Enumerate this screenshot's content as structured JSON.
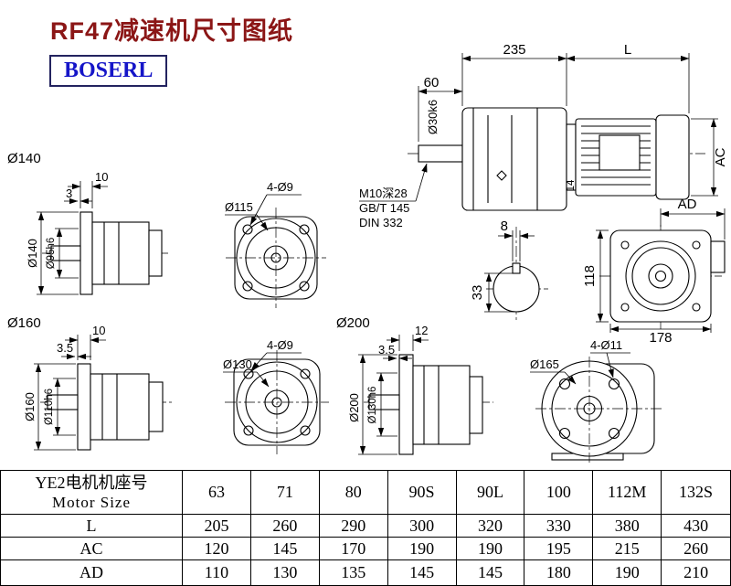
{
  "title": "RF47减速机尺寸图纸",
  "logo": "BOSERL",
  "colors": {
    "title_text": "#8b1616",
    "logo_text": "#1515c8",
    "logo_border": "#23235f",
    "drawing_lines": "#000000"
  },
  "views": {
    "main": {
      "dim_235": "235",
      "dim_l": "L",
      "dim_60": "60",
      "shaft_dia": "Ø30k6",
      "dim_ac": "AC",
      "dim_14": "14",
      "tap_line1": "M10深28",
      "tap_line2": "GB/T 145",
      "tap_line3": "DIN 332"
    },
    "key_section": {
      "key_width": "8",
      "key_depth": "33"
    },
    "rear": {
      "dim_ad": "AD",
      "dim_118": "118",
      "dim_178": "178"
    },
    "f140_side": {
      "series": "Ø140",
      "dim_10": "10",
      "dim_3": "3",
      "flange_dia": "Ø140",
      "spigot_dia": "Ø95h6"
    },
    "f140_front": {
      "holes": "4-Ø9",
      "bolt_circle": "Ø115"
    },
    "f160_side": {
      "series": "Ø160",
      "dim_10": "10",
      "dim_3_5": "3.5",
      "flange_dia": "Ø160",
      "spigot_dia": "Ø110h6"
    },
    "f160_front": {
      "holes": "4-Ø9",
      "bolt_circle": "Ø130"
    },
    "f200_side": {
      "series": "Ø200",
      "dim_12": "12",
      "dim_3_5": "3.5",
      "flange_dia": "Ø200",
      "spigot_dia": "Ø130h6"
    },
    "f200_front": {
      "holes": "4-Ø11",
      "bolt_circle": "Ø165"
    }
  },
  "table": {
    "header_cn": "YE2电机机座号",
    "header_en": "Motor Size",
    "sizes": [
      "63",
      "71",
      "80",
      "90S",
      "90L",
      "100",
      "112M",
      "132S"
    ],
    "rows": [
      {
        "label": "L",
        "values": [
          "205",
          "260",
          "290",
          "300",
          "320",
          "330",
          "380",
          "430"
        ]
      },
      {
        "label": "AC",
        "values": [
          "120",
          "145",
          "170",
          "190",
          "190",
          "195",
          "215",
          "260"
        ]
      },
      {
        "label": "AD",
        "values": [
          "110",
          "130",
          "135",
          "145",
          "145",
          "180",
          "190",
          "210"
        ]
      }
    ]
  }
}
